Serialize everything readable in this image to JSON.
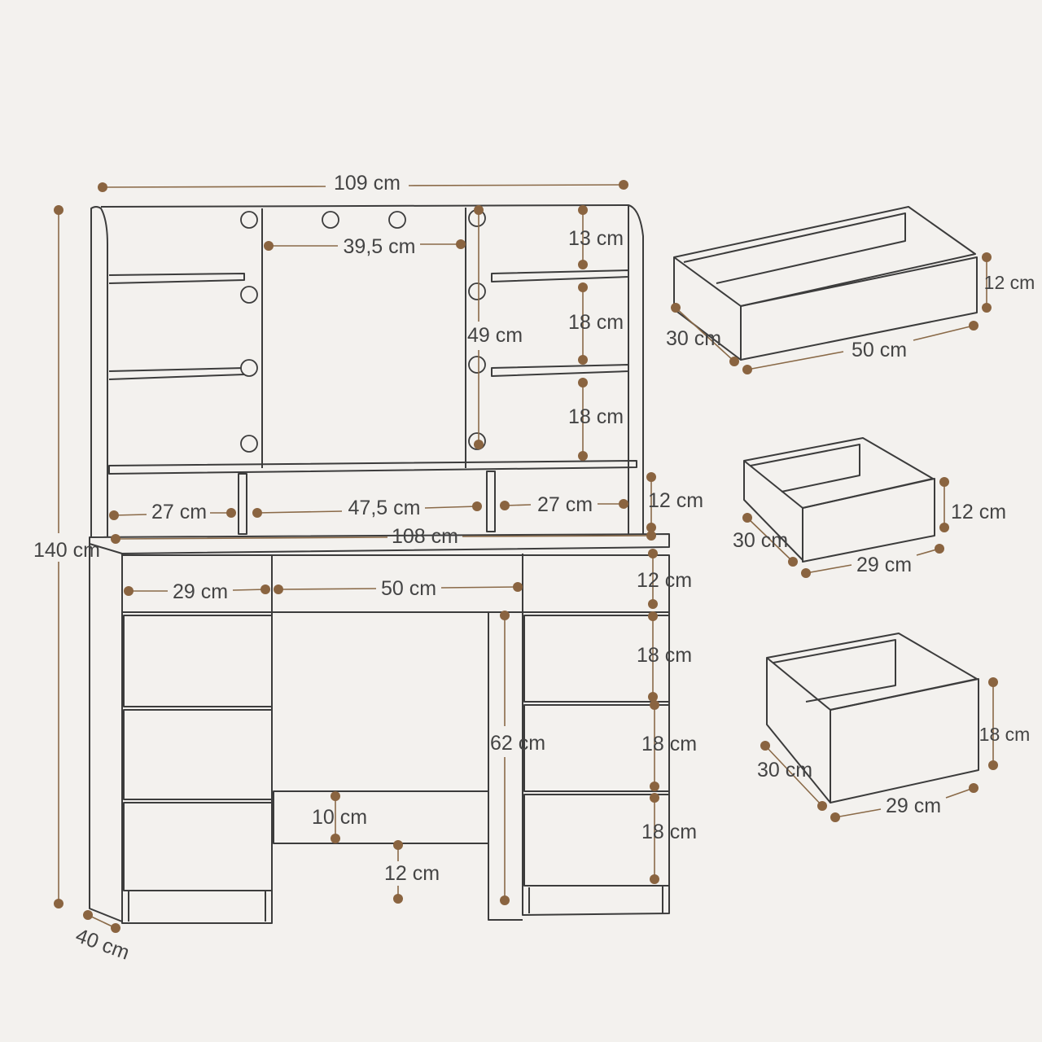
{
  "accent_color": "#8a6440",
  "line_color": "#3c3c3c",
  "background_color": "#f3f1ee",
  "dimensions": {
    "total_width_top": "109 cm",
    "total_height": "140 cm",
    "depth": "40 cm",
    "mirror_width": "39,5 cm",
    "mirror_height": "49 cm",
    "shelf_gap_top": "13 cm",
    "shelf_gap_middle": "18 cm",
    "shelf_gap_lower": "18 cm",
    "left_niche_width": "27 cm",
    "center_niche_width": "47,5 cm",
    "right_niche_width": "27 cm",
    "niche_height": "12 cm",
    "desk_width": "108 cm",
    "small_drawer_front_width": "29 cm",
    "center_drawer_front_width": "50 cm",
    "top_drawer_height": "12 cm",
    "drawer_height_1": "18 cm",
    "drawer_height_2": "18 cm",
    "drawer_height_3": "18 cm",
    "knee_height": "62 cm",
    "back_panel_height": "10 cm",
    "floor_clearance": "12 cm"
  },
  "drawers": [
    {
      "depth": "30 cm",
      "width": "50 cm",
      "height": "12 cm"
    },
    {
      "depth": "30 cm",
      "width": "29 cm",
      "height": "12 cm"
    },
    {
      "depth": "30 cm",
      "width": "29 cm",
      "height": "18 cm"
    }
  ]
}
